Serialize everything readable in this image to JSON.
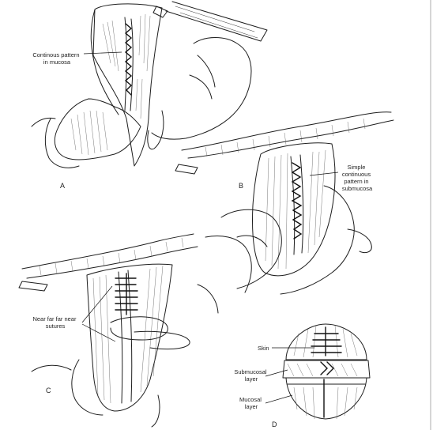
{
  "panels": {
    "a": {
      "letter": "A",
      "label_lines": [
        "Continous pattern",
        "in mucosa"
      ]
    },
    "b": {
      "letter": "B",
      "label_lines": [
        "Simple",
        "continuous",
        "pattern in",
        "submucosa"
      ]
    },
    "c": {
      "letter": "C",
      "label_lines": [
        "Near far far near",
        "sutures"
      ]
    },
    "d": {
      "letter": "D",
      "labels": {
        "skin": "Skin",
        "submucosal": [
          "Submucosal",
          "layer"
        ],
        "mucosal": [
          "Mucosal",
          "layer"
        ]
      }
    }
  }
}
